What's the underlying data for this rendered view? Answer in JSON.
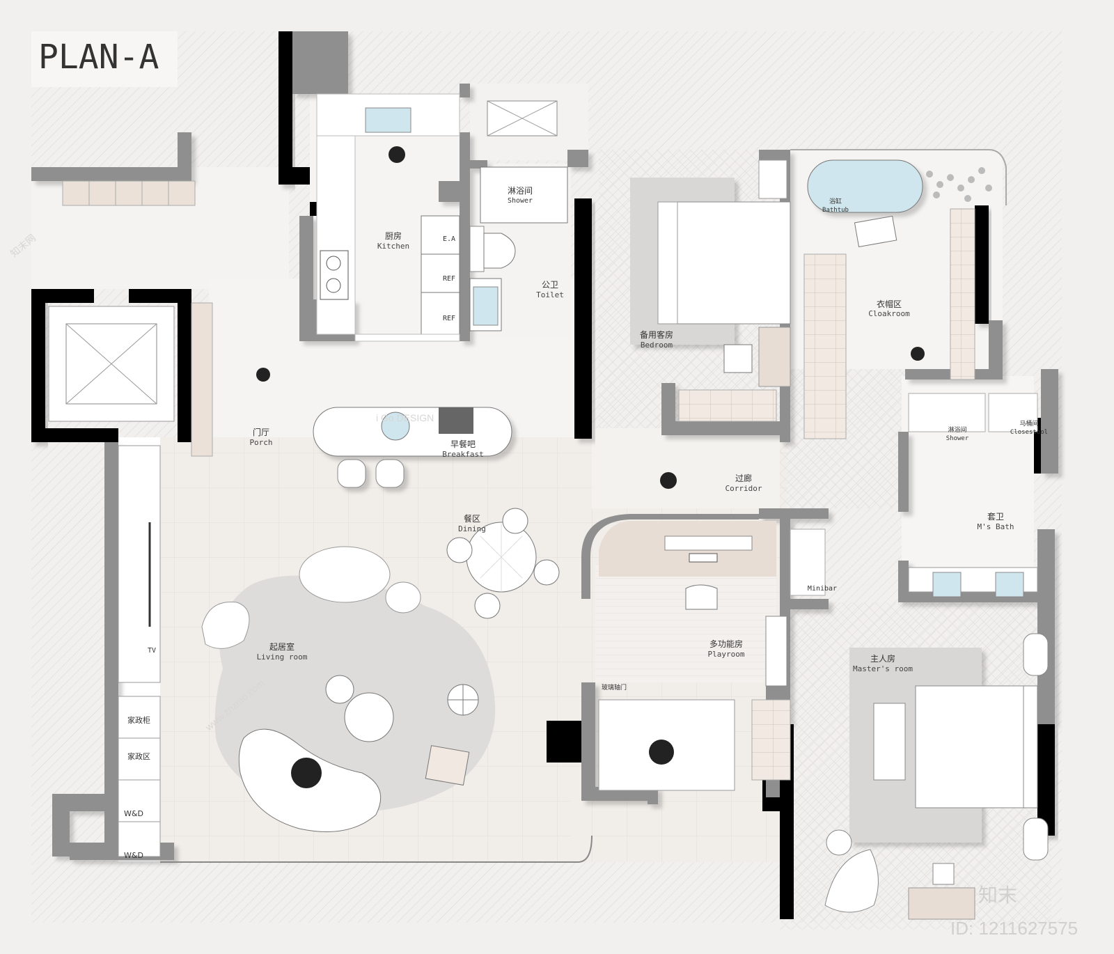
{
  "plan_title": "PLAN-A",
  "colors": {
    "wall": "#000000",
    "partition": "#8c8c8c",
    "floor_light": "#f6f4f2",
    "wood": "#e8ddd4",
    "fixture_blue": "#cfe6ee",
    "rug": "#d9d8d7"
  },
  "rooms": {
    "kitchen": {
      "cn": "厨房",
      "en": "Kitchen"
    },
    "shower": {
      "cn": "淋浴间",
      "en": "Shower"
    },
    "toilet": {
      "cn": "公卫",
      "en": "Toilet"
    },
    "guest_bedroom": {
      "cn": "备用客房",
      "en": "Bedroom"
    },
    "bathtub": {
      "cn": "浴缸",
      "en": "Bathtub"
    },
    "cloakroom": {
      "cn": "衣帽区",
      "en": "Cloakroom"
    },
    "porch": {
      "cn": "门厅",
      "en": "Porch"
    },
    "breakfast": {
      "cn": "早餐吧",
      "en": "Breakfast"
    },
    "corridor": {
      "cn": "过廊",
      "en": "Corridor"
    },
    "m_shower": {
      "cn": "淋浴间",
      "en": "Shower"
    },
    "closestool": {
      "cn": "马桶间",
      "en": "Closestool"
    },
    "m_bath": {
      "cn": "套卫",
      "en": "M's Bath"
    },
    "dining": {
      "cn": "餐区",
      "en": "Dining"
    },
    "living": {
      "cn": "起居室",
      "en": "Living room"
    },
    "playroom": {
      "cn": "多功能房",
      "en": "Playroom"
    },
    "master": {
      "cn": "主人房",
      "en": "Master's room"
    }
  },
  "labels": {
    "ea": "E.A",
    "ref1": "REF",
    "ref2": "REF",
    "tv": "TV",
    "minibar": "Minibar",
    "glass_door": "玻璃轴门",
    "housekeeping_cabinet": "家政柜",
    "housekeeping_area": "家政区",
    "wd1": "W&D",
    "wd2": "W&D"
  },
  "watermarks": {
    "studio": "i Go DESIGN",
    "site": "www.znzmo.com",
    "brand": "知末网",
    "logo": "知末",
    "id": "ID: 1211627575"
  }
}
